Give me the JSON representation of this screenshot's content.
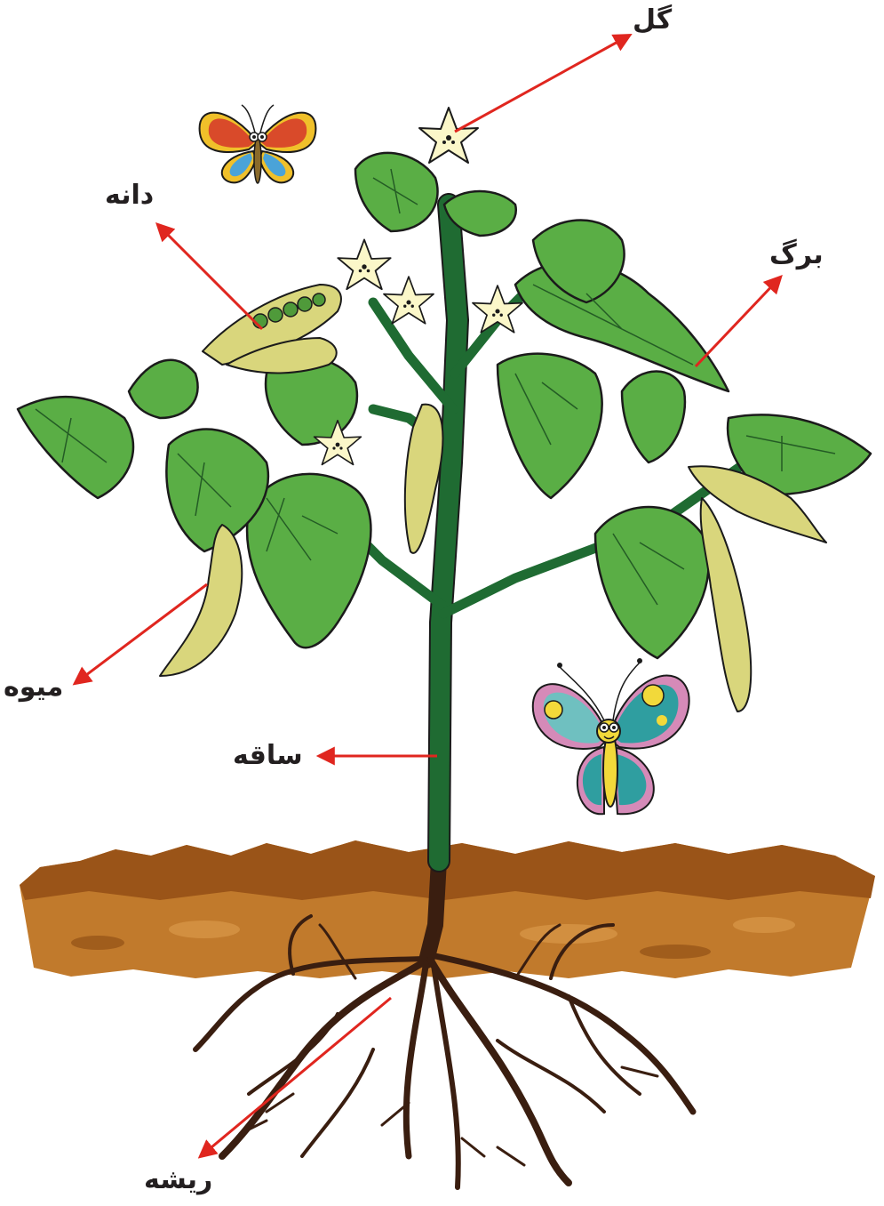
{
  "labels": {
    "flower": "گل",
    "leaf": "برگ",
    "seed": "دانه",
    "fruit": "میوه",
    "stem": "ساقه",
    "root": "ریشه"
  },
  "colors": {
    "arrow": "#e0261f",
    "stem": "#1f6b32",
    "leaf": "#5aae45",
    "leaf_vein": "#245c25",
    "flower": "#fbf7c9",
    "pod": "#d9d67c",
    "soil_top": "#9a5418",
    "soil_mid": "#c17a2c",
    "root": "#3a1e10",
    "outline": "#1b1b1b"
  },
  "icons": [
    "butterfly-orange-icon",
    "butterfly-teal-icon"
  ]
}
